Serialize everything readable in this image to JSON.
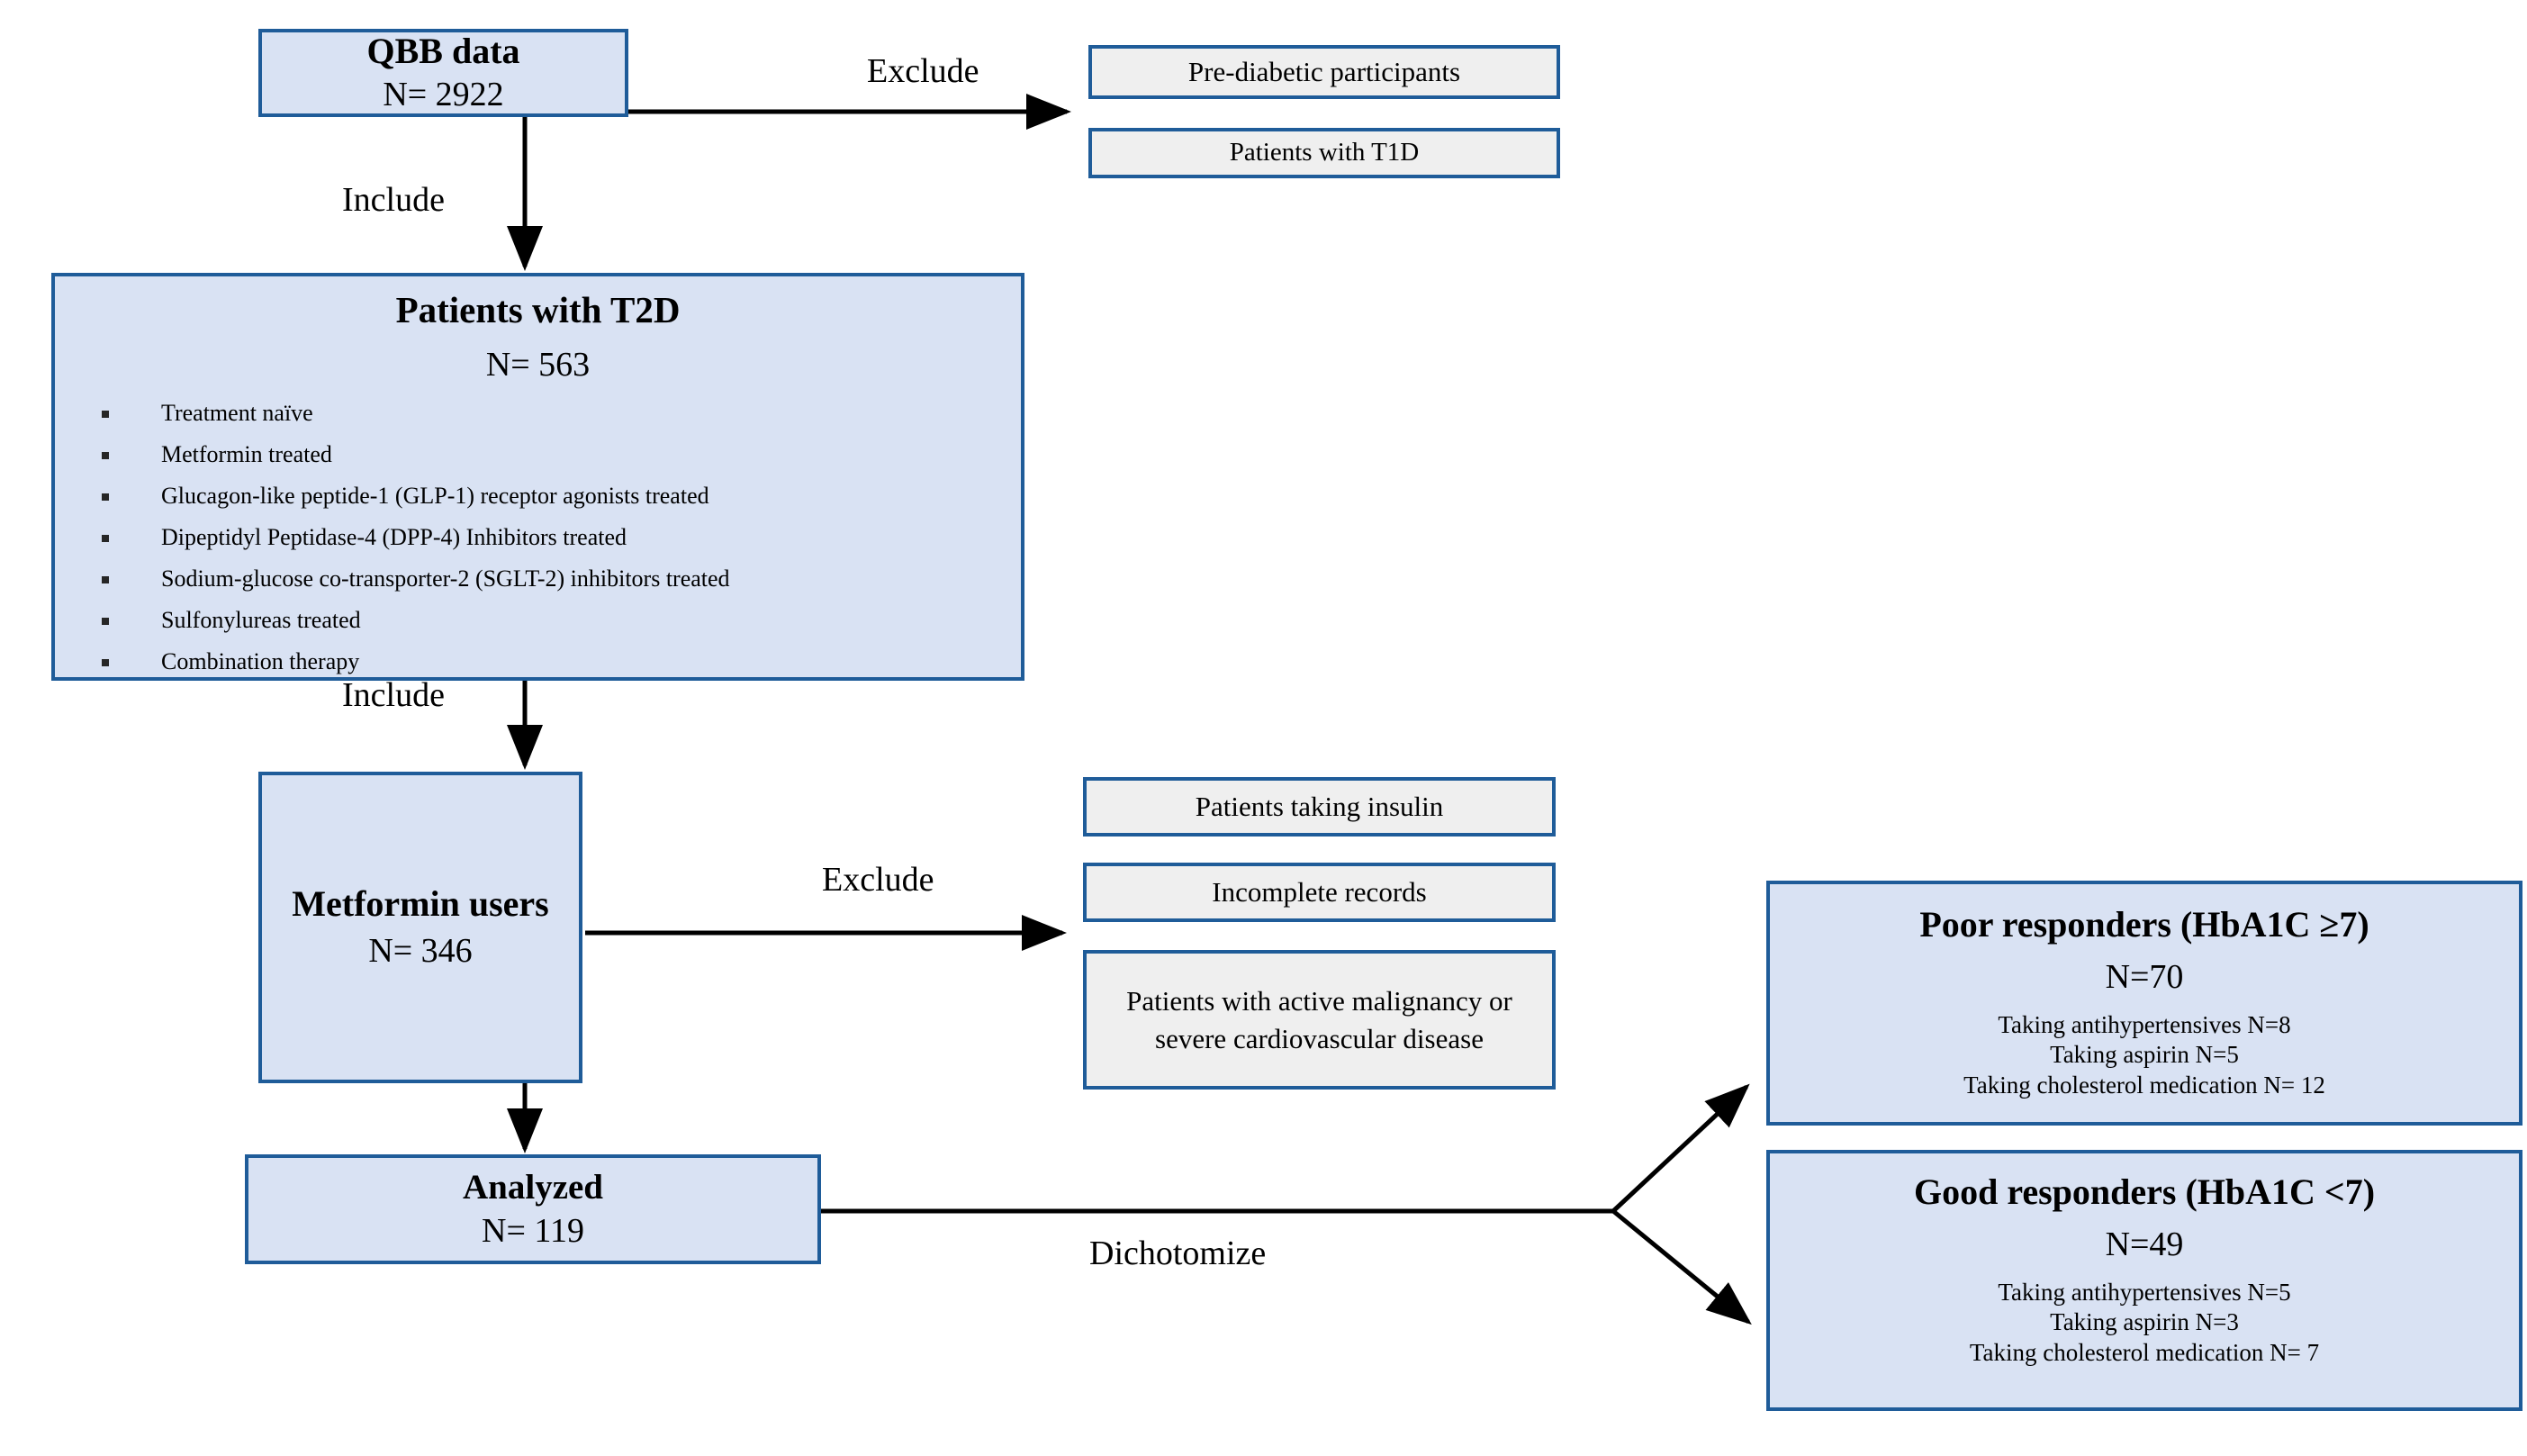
{
  "diagram": {
    "title": "Patient selection flow diagram",
    "colors": {
      "node_fill": "#d9e2f3",
      "node_border": "#1f5c99",
      "exclusion_fill": "#efefef",
      "arrow": "#000000"
    }
  },
  "nodes": {
    "qbb": {
      "title": "QBB data",
      "count": "N= 2922"
    },
    "t2d": {
      "title": "Patients with T2D",
      "count": "N= 563",
      "bullets": [
        "Treatment naïve",
        "Metformin treated",
        "Glucagon-like peptide-1 (GLP-1) receptor agonists treated",
        "Dipeptidyl Peptidase-4 (DPP-4) Inhibitors treated",
        "Sodium-glucose co-transporter-2 (SGLT-2) inhibitors treated",
        "Sulfonylureas treated",
        "Combination therapy"
      ]
    },
    "metformin": {
      "title": "Metformin users",
      "count": "N= 346"
    },
    "analyzed": {
      "title": "Analyzed",
      "count": "N= 119"
    },
    "poor_responders": {
      "title": "Poor responders (HbA1C ≥7)",
      "count": "N=70",
      "sublines": [
        "Taking antihypertensives N=8",
        "Taking aspirin N=5",
        "Taking cholesterol medication N= 12"
      ]
    },
    "good_responders": {
      "title": "Good responders (HbA1C <7)",
      "count": "N=49",
      "sublines": [
        "Taking antihypertensives N=5",
        "Taking aspirin N=3",
        "Taking cholesterol medication N= 7"
      ]
    }
  },
  "exclusions": {
    "top": [
      {
        "text": "Pre-diabetic participants"
      },
      {
        "text": "Patients with T1D"
      }
    ],
    "middle": [
      {
        "text": "Patients taking insulin"
      },
      {
        "text": "Incomplete records"
      },
      {
        "text": "Patients with active malignancy or severe cardiovascular disease"
      }
    ]
  },
  "edge_labels": {
    "exclude_top": "Exclude",
    "include_first": "Include",
    "include_second": "Include",
    "exclude_middle": "Exclude",
    "dichotomize": "Dichotomize"
  }
}
